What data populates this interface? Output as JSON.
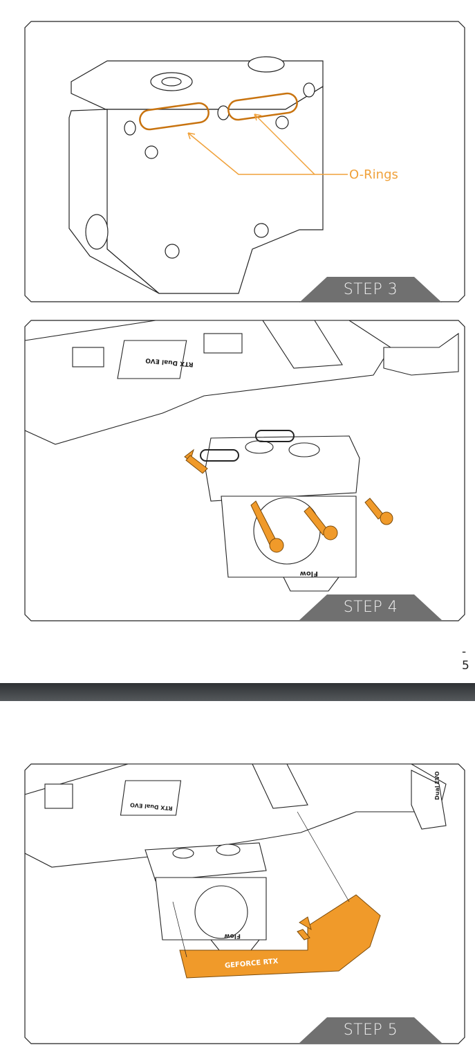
{
  "steps": [
    {
      "label": "STEP 3",
      "callout": "O-Rings"
    },
    {
      "label": "STEP 4",
      "engraving": "RTX Dual EVO",
      "block_text": "Flow"
    },
    {
      "label": "STEP 5",
      "engraving": "RTX Dual EVO",
      "block_text": "Flow",
      "bracket_text": "GEFORCE RTX",
      "corner_text": "Dual EVO"
    }
  ],
  "page_number": "- 5",
  "colors": {
    "accent": "#f0a13a",
    "step_tab": "#707070",
    "bar": "#3d4043"
  }
}
